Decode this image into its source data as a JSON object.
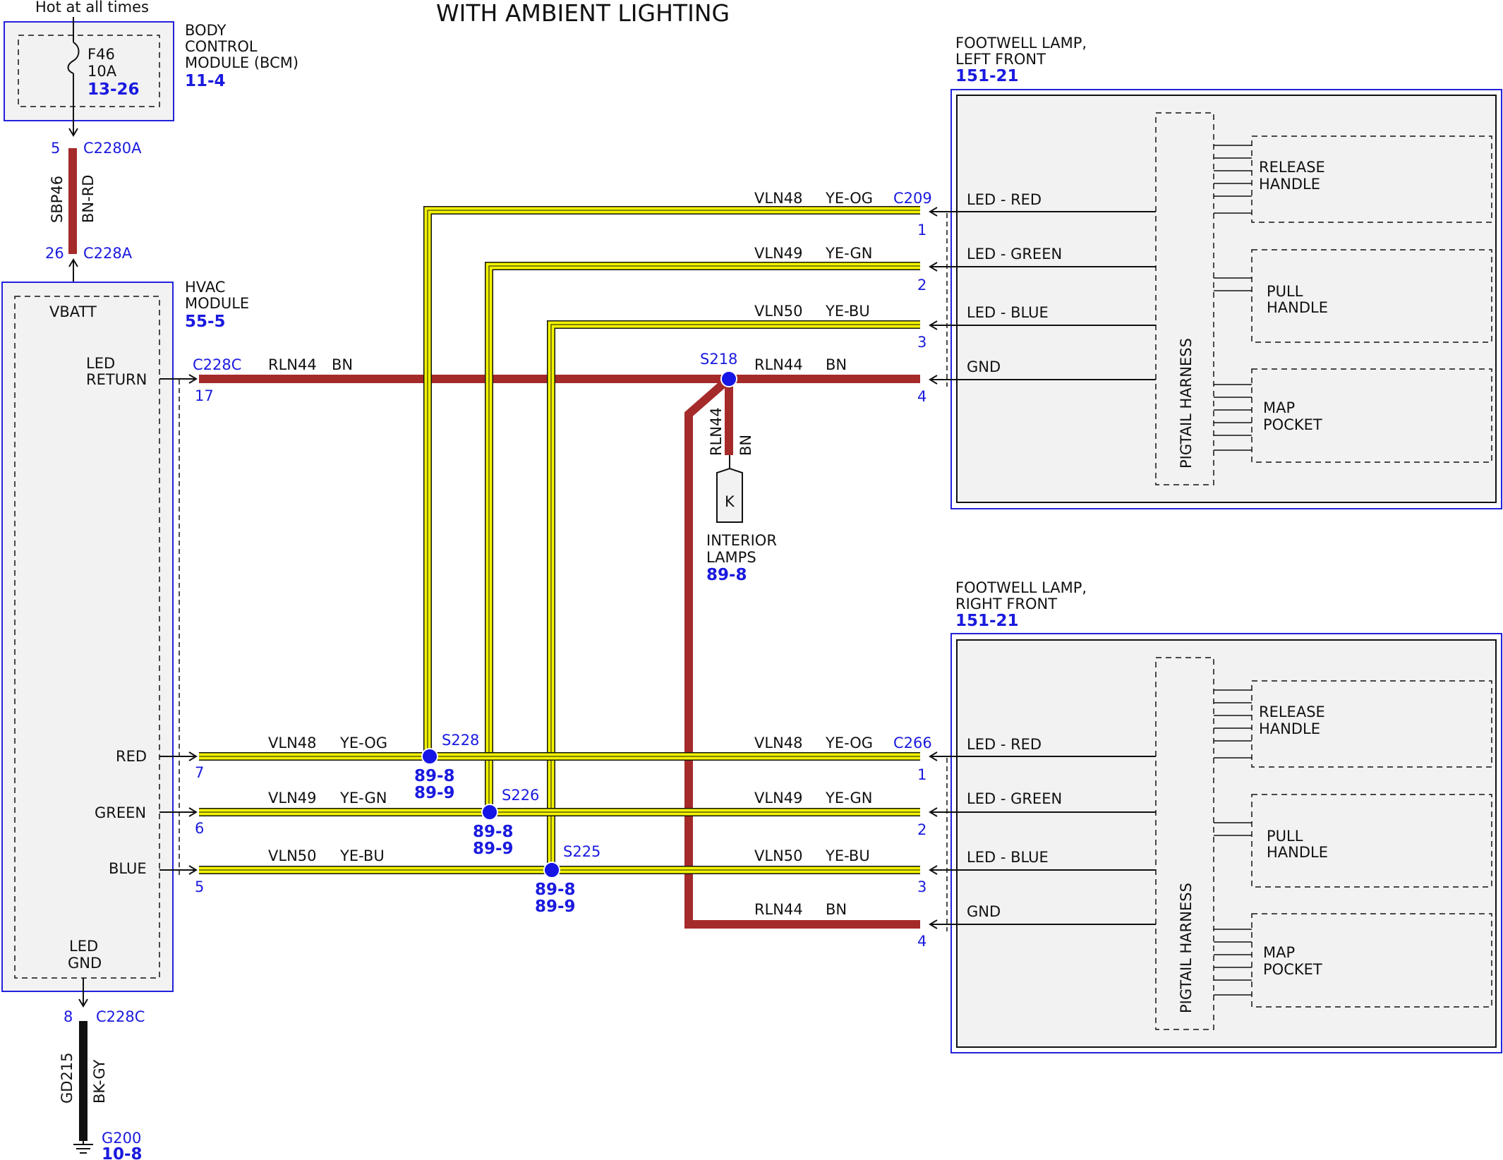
{
  "title": "WITH AMBIENT LIGHTING",
  "power": {
    "label": "Hot at all times",
    "fuse": {
      "name": "F46",
      "rating": "10A",
      "ref": "13-26"
    }
  },
  "bcm": {
    "name_lines": [
      "BODY",
      "CONTROL",
      "MODULE (BCM)"
    ],
    "ref": "11-4"
  },
  "feed": {
    "top": {
      "pin": "5",
      "connector": "C2280A"
    },
    "circuit": "SBP46",
    "color": "BN-RD",
    "bottom": {
      "pin": "26",
      "connector": "C228A"
    }
  },
  "hvac": {
    "name_lines": [
      "HVAC",
      "MODULE"
    ],
    "ref": "55-5",
    "vbatt": "VBATT",
    "led_return_lines": [
      "LED",
      "RETURN"
    ],
    "red": "RED",
    "green": "GREEN",
    "blue": "BLUE",
    "led_gnd_lines": [
      "LED",
      "GND"
    ],
    "connector_top": "C228C",
    "pin_return": "17",
    "pins": {
      "red": "7",
      "green": "6",
      "blue": "5"
    }
  },
  "ground": {
    "pin": "8",
    "connector": "C228C",
    "circuit": "GD215",
    "color": "BK-GY",
    "name": "G200",
    "ref": "10-8"
  },
  "wires": {
    "vln48": {
      "circuit": "VLN48",
      "color": "YE-OG"
    },
    "vln49": {
      "circuit": "VLN49",
      "color": "YE-GN"
    },
    "vln50": {
      "circuit": "VLN50",
      "color": "YE-BU"
    },
    "rln44": {
      "circuit": "RLN44",
      "color": "BN"
    }
  },
  "splices": {
    "s218": "S218",
    "s228": {
      "name": "S228",
      "refs": [
        "89-8",
        "89-9"
      ]
    },
    "s226": {
      "name": "S226",
      "refs": [
        "89-8",
        "89-9"
      ]
    },
    "s225": {
      "name": "S225",
      "refs": [
        "89-8",
        "89-9"
      ]
    }
  },
  "interior_lamps": {
    "letter": "K",
    "name_lines": [
      "INTERIOR",
      "LAMPS"
    ],
    "ref": "89-8"
  },
  "footwell_left": {
    "name_lines": [
      "FOOTWELL LAMP,",
      "LEFT FRONT"
    ],
    "ref": "151-21",
    "connector": "C209",
    "pins": [
      "1",
      "2",
      "3",
      "4"
    ],
    "signals": [
      "LED - RED",
      "LED - GREEN",
      "LED - BLUE",
      "GND"
    ],
    "harness": "PIGTAIL HARNESS",
    "lamps": [
      [
        "RELEASE",
        "HANDLE"
      ],
      [
        "PULL",
        "HANDLE"
      ],
      [
        "MAP",
        "POCKET"
      ]
    ]
  },
  "footwell_right": {
    "name_lines": [
      "FOOTWELL LAMP,",
      "RIGHT FRONT"
    ],
    "ref": "151-21",
    "connector": "C266",
    "pins": [
      "1",
      "2",
      "3",
      "4"
    ],
    "signals": [
      "LED - RED",
      "LED - GREEN",
      "LED - BLUE",
      "GND"
    ],
    "harness": "PIGTAIL HARNESS",
    "lamps": [
      [
        "RELEASE",
        "HANDLE"
      ],
      [
        "PULL",
        "HANDLE"
      ],
      [
        "MAP",
        "POCKET"
      ]
    ]
  },
  "colors": {
    "module_border": "#2222dd",
    "module_fill": "#f2f2f2",
    "wire_brown": "#a52a2a",
    "wire_yellow": "#f2f200",
    "splice": "#1515e6",
    "label_blue": "#1a1adf",
    "ground_wire": "#111111"
  }
}
